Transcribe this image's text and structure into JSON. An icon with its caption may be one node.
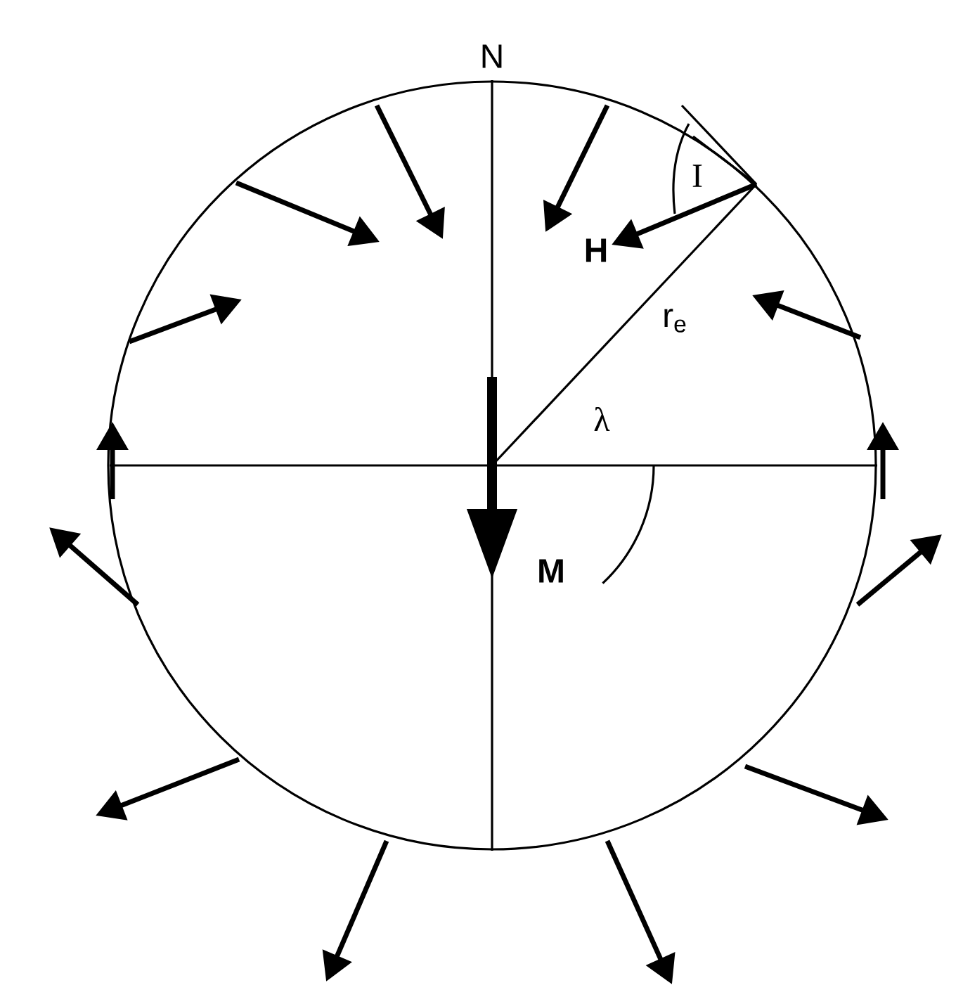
{
  "diagram": {
    "labels": [
      "N",
      "I",
      "H",
      "r$_{e}$",
      "λ",
      "M"
    ]
  }
}
